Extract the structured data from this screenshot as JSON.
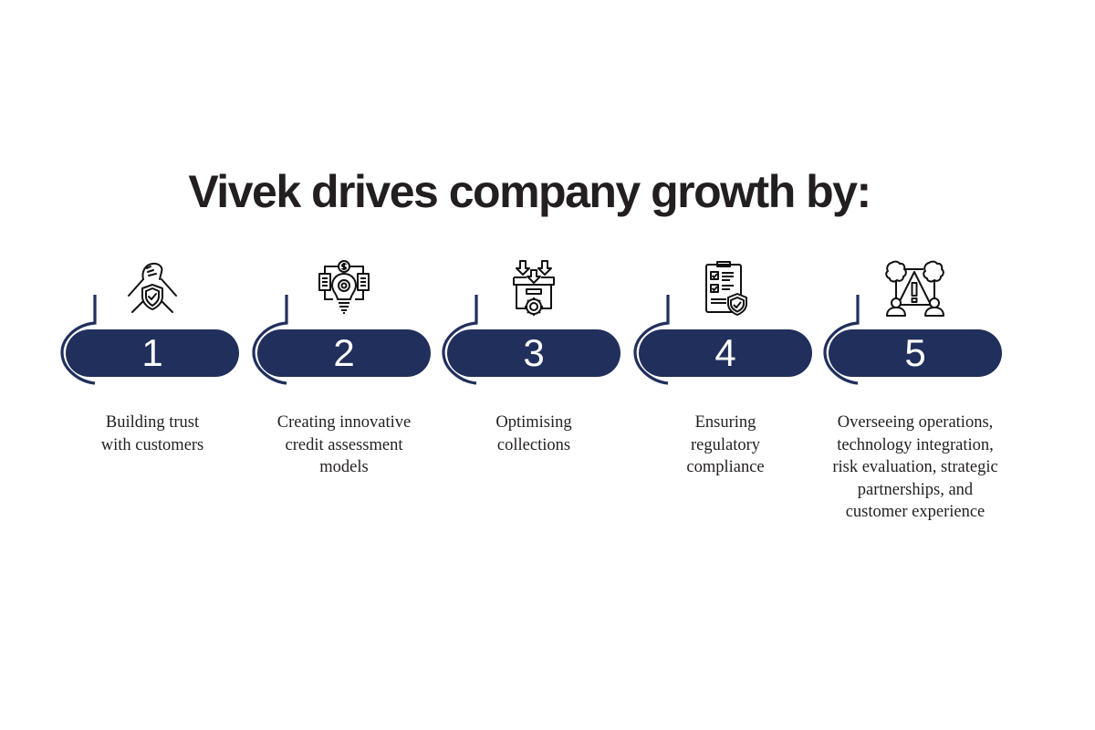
{
  "title": "Vivek drives company growth by:",
  "colors": {
    "pill": "#212f5c",
    "arc": "#212f5c",
    "title_text": "#231f20",
    "pill_text": "#ffffff"
  },
  "steps": [
    {
      "number": "1",
      "icon": "handshake-shield-icon",
      "description": "Building trust with customers",
      "lines": [
        "Building trust",
        "with customers"
      ]
    },
    {
      "number": "2",
      "icon": "lightbulb-gear-dollar-icon",
      "description": "Creating innovative credit assessment models",
      "lines": [
        "Creating innovative",
        "credit assessment",
        "models"
      ]
    },
    {
      "number": "3",
      "icon": "box-arrows-gear-icon",
      "description": "Optimising collections",
      "lines": [
        "Optimising",
        "collections"
      ]
    },
    {
      "number": "4",
      "icon": "checklist-shield-icon",
      "description": "Ensuring regulatory compliance",
      "lines": [
        "Ensuring",
        "regulatory",
        "compliance"
      ]
    },
    {
      "number": "5",
      "icon": "risk-warning-network-icon",
      "description": "Overseeing operations, technology integration, risk evaluation, strategic partnerships, and customer experience",
      "lines": [
        "Overseeing operations,",
        "technology integration,",
        "risk evaluation, strategic",
        "partnerships, and",
        "customer experience"
      ]
    }
  ]
}
